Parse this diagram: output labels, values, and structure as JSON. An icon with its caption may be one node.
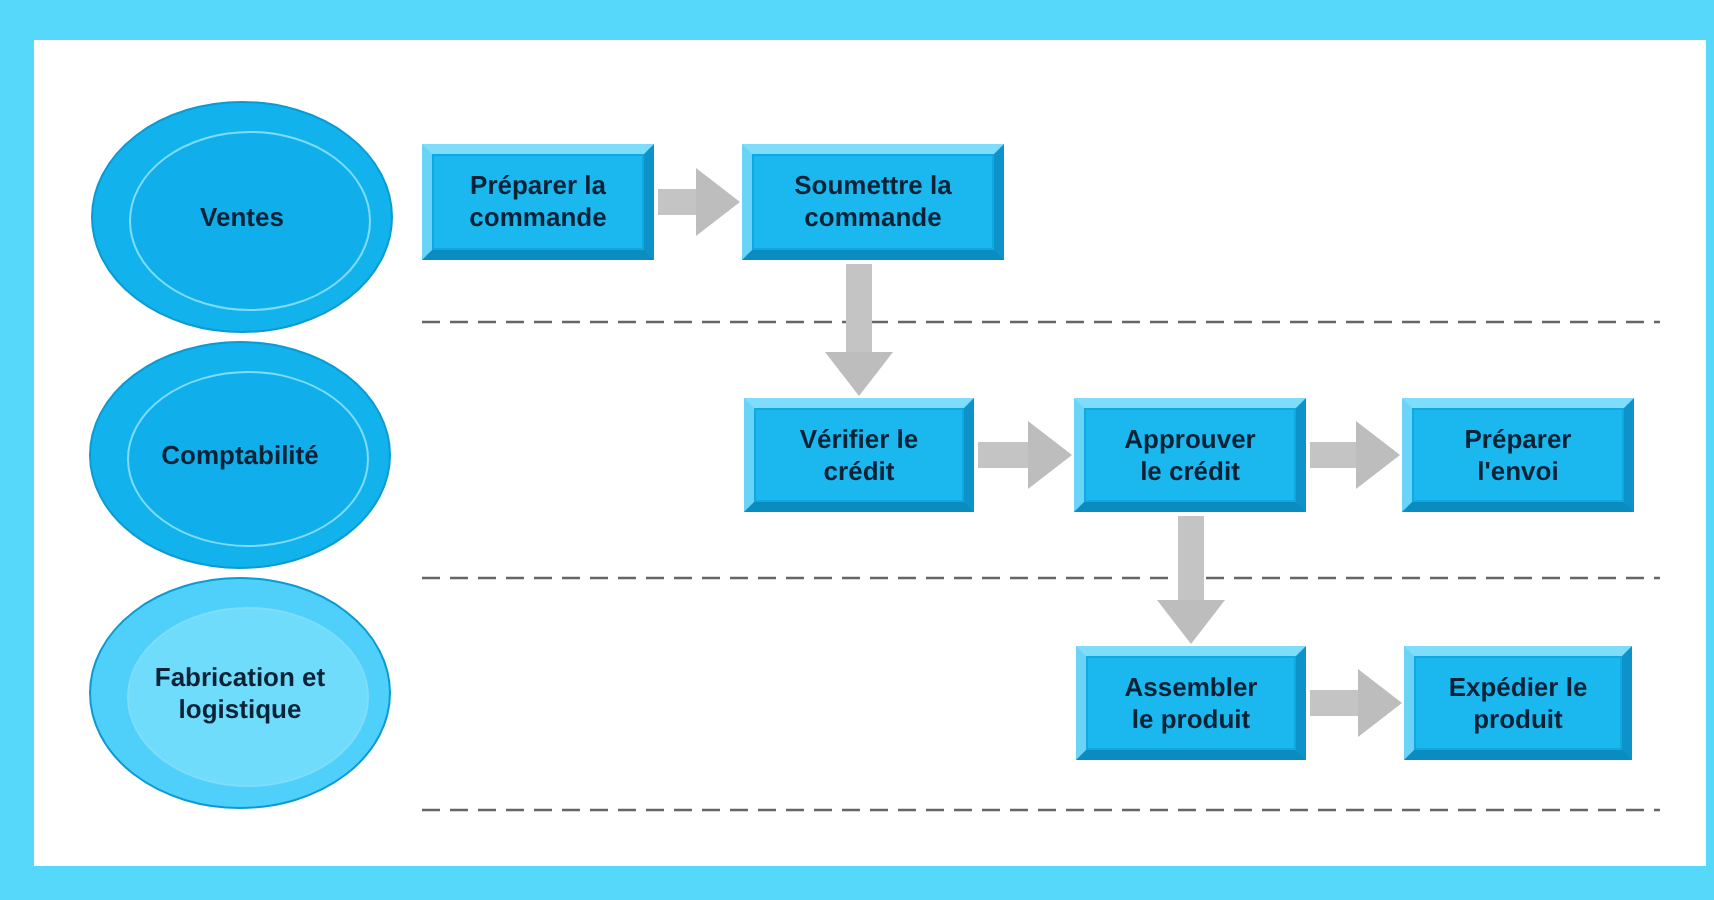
{
  "diagram": {
    "nodes": [
      {
        "text": [
          "Ventes"
        ]
      },
      {
        "text": [
          "Comptabilité"
        ]
      },
      {
        "text": [
          "Fabrication et logistique"
        ]
      },
      {
        "text": [
          "Préparer la commande"
        ]
      },
      {
        "text": [
          "Soumettre la commande"
        ]
      },
      {
        "text": [
          "Vérifier le crédit"
        ]
      },
      {
        "text": [
          "Approuver le crédit"
        ]
      },
      {
        "text": [
          "Préparer l'envoi"
        ]
      },
      {
        "text": [
          "Assembler le produit"
        ]
      },
      {
        "text": [
          "Expédier le produit"
        ]
      }
    ],
    "edges": [
      {
        "from": 3,
        "to": 4,
        "arrow": "to"
      },
      {
        "from": 4,
        "to": 5,
        "arrow": "to"
      },
      {
        "from": 5,
        "to": 6,
        "arrow": "to"
      },
      {
        "from": 6,
        "to": 7,
        "arrow": "to"
      },
      {
        "from": 6,
        "to": 8,
        "arrow": "to"
      },
      {
        "from": 8,
        "to": 9,
        "arrow": "to"
      }
    ]
  }
}
